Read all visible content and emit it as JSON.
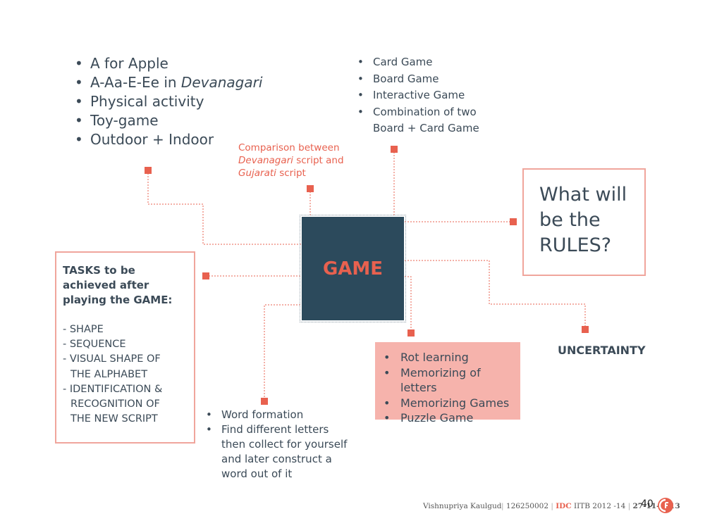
{
  "center": {
    "label": "GAME"
  },
  "top_left": {
    "items": [
      {
        "text": "A for Apple",
        "italic": ""
      },
      {
        "text": "A-Aa-E-Ee in ",
        "italic": "Devanagari"
      },
      {
        "text": "Physical activity",
        "italic": ""
      },
      {
        "text": "Toy-game",
        "italic": ""
      },
      {
        "text": "Outdoor + Indoor",
        "italic": ""
      }
    ]
  },
  "comparison": {
    "line1": "Comparison between",
    "line2_italic": "Devanagari",
    "line2_rest": " script and",
    "line3_italic": "Gujarati",
    "line3_rest": " script"
  },
  "top_mid": {
    "items": [
      {
        "l1": "Card Game",
        "l2": ""
      },
      {
        "l1": "Board Game",
        "l2": ""
      },
      {
        "l1": "Interactive Game",
        "l2": ""
      },
      {
        "l1": "Combination of two",
        "l2": "Board + Card Game"
      }
    ]
  },
  "rules": {
    "l1": "What will",
    "l2": "be the",
    "l3": "RULES?"
  },
  "tasks": {
    "t1": "TASKS to be",
    "t2": "achieved after",
    "t3": "playing the GAME:",
    "items": [
      {
        "l1": "- SHAPE",
        "l2": ""
      },
      {
        "l1": "- SEQUENCE",
        "l2": ""
      },
      {
        "l1": "- VISUAL SHAPE OF",
        "l2": "THE ALPHABET"
      },
      {
        "l1": "- IDENTIFICATION &",
        "l2": "RECOGNITION OF",
        "l3": "THE NEW SCRIPT"
      }
    ]
  },
  "bottom_mid": {
    "items": [
      {
        "lines": [
          "Word formation"
        ]
      },
      {
        "lines": [
          "Find different letters",
          "then collect for yourself",
          "and later construct a",
          "word out of it"
        ]
      }
    ]
  },
  "pink_box": {
    "items": [
      "Rot learning",
      "Memorizing of letters",
      "Memorizing Games",
      "Puzzle Game"
    ]
  },
  "uncertainty": {
    "label": "UNCERTAINTY"
  },
  "footer": {
    "name": "Vishnupriya Kaulgud",
    "sep1": " | ",
    "roll": "126250002",
    "sep2": " | ",
    "idc": "IDC",
    "inst": " IITB 2012 -14",
    "sep3": " | ",
    "date": "27-11-2013",
    "page": "40"
  },
  "colors": {
    "accent": "#e8614f",
    "navy": "#2c4a5c",
    "pink": "#f6b3ac",
    "box_border": "#f0a59c",
    "text": "#3b4a57"
  }
}
